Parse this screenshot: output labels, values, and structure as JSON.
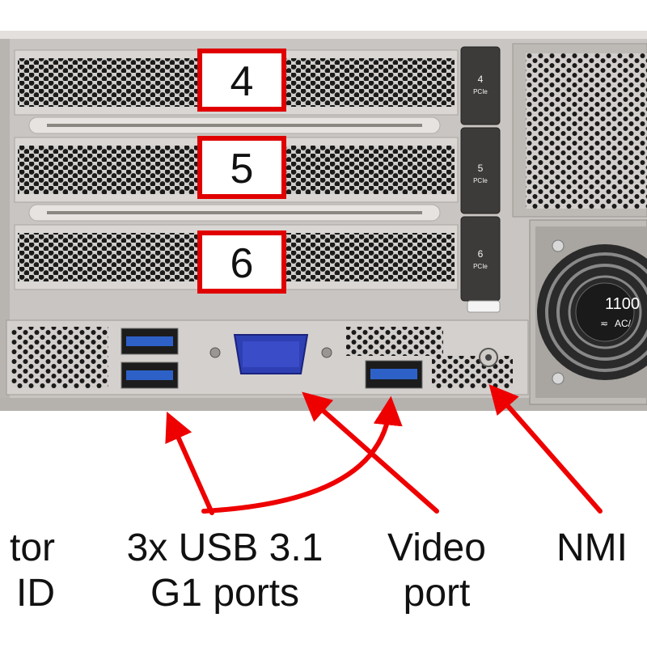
{
  "slots": [
    {
      "number": "4",
      "tab_number": "4",
      "tab_label": "PCIe"
    },
    {
      "number": "5",
      "tab_number": "5",
      "tab_label": "PCIe"
    },
    {
      "number": "6",
      "tab_number": "6",
      "tab_label": "PCIe"
    }
  ],
  "psu": {
    "rating": "1100",
    "input": "AC/"
  },
  "callouts": {
    "left_partial": {
      "line1": "tor",
      "line2": "ID"
    },
    "usb": {
      "line1": "3x USB 3.1",
      "line2": "G1 ports"
    },
    "video": {
      "line1": "Video",
      "line2": "port"
    },
    "nmi": {
      "line1": "NMI"
    }
  },
  "colors": {
    "callout_box": "#e00000",
    "arrow": "#ee0000",
    "chassis": "#c9c5c2",
    "vga_connector": "#2e3fb3",
    "usb_port": "#2d61c8"
  }
}
